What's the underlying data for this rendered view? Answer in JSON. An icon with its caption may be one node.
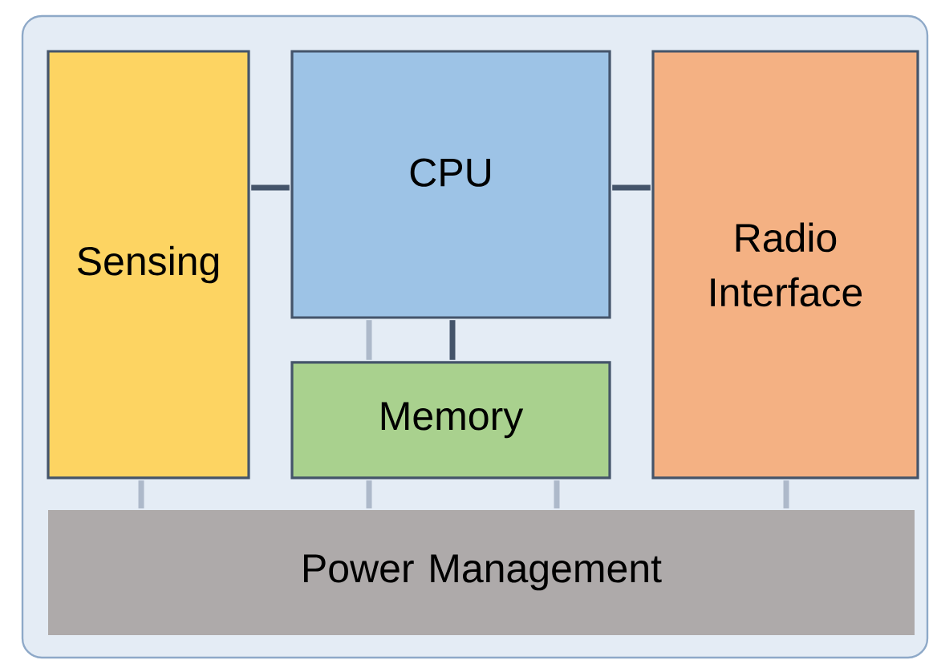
{
  "diagram": {
    "nodes": [
      {
        "text": [],
        "shape": "box"
      },
      {
        "text": [
          "Sensing"
        ],
        "in": 0
      },
      {
        "text": [
          "CPU"
        ],
        "in": 0
      },
      {
        "text": [
          "Radio Interface"
        ],
        "in": 0
      },
      {
        "text": [
          "Memory"
        ],
        "in": 0
      },
      {
        "text": [
          "Power Management"
        ],
        "in": 0
      }
    ],
    "edges": [
      {
        "from": 1,
        "to": 2,
        "arrow": "none",
        "color": "#44546a"
      },
      {
        "from": 2,
        "to": 3,
        "arrow": "none",
        "color": "#44546a"
      },
      {
        "from": 2,
        "to": 4,
        "arrow": "none",
        "color": "#44546a"
      },
      {
        "from": 2,
        "to": 4,
        "arrow": "none"
      },
      {
        "from": 1,
        "to": 5,
        "arrow": "none"
      },
      {
        "from": 4,
        "to": 5,
        "arrow": "none"
      },
      {
        "from": 4,
        "to": 5,
        "arrow": "none"
      },
      {
        "from": 3,
        "to": 5,
        "arrow": "none"
      }
    ]
  }
}
